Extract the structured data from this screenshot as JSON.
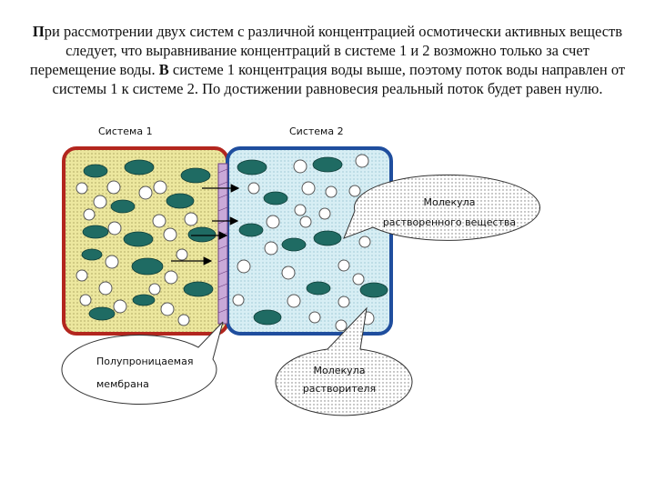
{
  "paragraph": {
    "lead_bold": "П",
    "line1_rest": "ри рассмотрении двух систем с различной концентрацией осмотически активных веществ",
    "line2": "следует, что  выравнивание концентраций в системе 1 и 2 возможно только за счет",
    "line3_pre": "перемещение воды. ",
    "line3_bold": "В",
    "line3_post": " системе 1 концентрация воды выше, поэтому поток воды направлен от",
    "line4": "системы 1 к системе 2. По достижении равновесия реальный поток будет равен нулю."
  },
  "diagram": {
    "system1_label": "Система 1",
    "system2_label": "Система 2",
    "callout_solute_line1": "Молекула",
    "callout_solute_line2": "растворенного вещества",
    "callout_solvent_line1": "Молекула",
    "callout_solvent_line2": "растворителя",
    "callout_membrane_line1": "Полупроницаемая",
    "callout_membrane_line2": "мембрана",
    "colors": {
      "system1_fill": "#ece79e",
      "system1_border": "#b3261e",
      "system2_fill": "#d7eef4",
      "system2_border": "#1f4e9e",
      "solute": "#1f6b63",
      "solvent_stroke": "#555555",
      "membrane": "#c9a9d8"
    }
  }
}
